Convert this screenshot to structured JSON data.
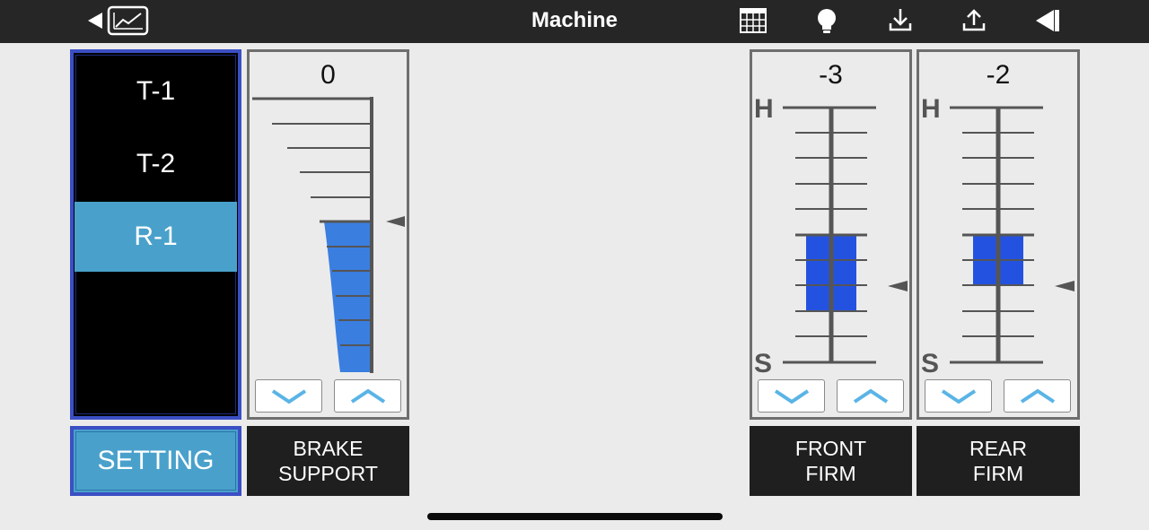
{
  "header": {
    "title": "Machine",
    "icons": [
      "back-arrow-icon",
      "graph-icon",
      "table-icon",
      "lightbulb-icon",
      "download-icon",
      "upload-icon",
      "skip-back-icon"
    ]
  },
  "modes": {
    "items": [
      {
        "label": "T-1",
        "active": false
      },
      {
        "label": "T-2",
        "active": false
      },
      {
        "label": "R-1",
        "active": true
      }
    ],
    "active_color": "#49a1cb"
  },
  "setting": {
    "label": "SETTING"
  },
  "gauges": {
    "brake_support": {
      "value": "0",
      "label_line1": "BRAKE",
      "label_line2": "SUPPORT",
      "level_fraction": 0.6
    },
    "front_firm": {
      "value": "-3",
      "top_letter": "H",
      "bottom_letter": "S",
      "label_line1": "FRONT",
      "label_line2": "FIRM"
    },
    "rear_firm": {
      "value": "-2",
      "top_letter": "H",
      "bottom_letter": "S",
      "label_line1": "REAR",
      "label_line2": "FIRM"
    }
  },
  "colors": {
    "accent_blue": "#2452e0",
    "brake_blue": "#3a7ee0",
    "panel_border": "#3b4fc4",
    "topbar": "#262626",
    "arrow_icon": "#5ab4e6"
  }
}
